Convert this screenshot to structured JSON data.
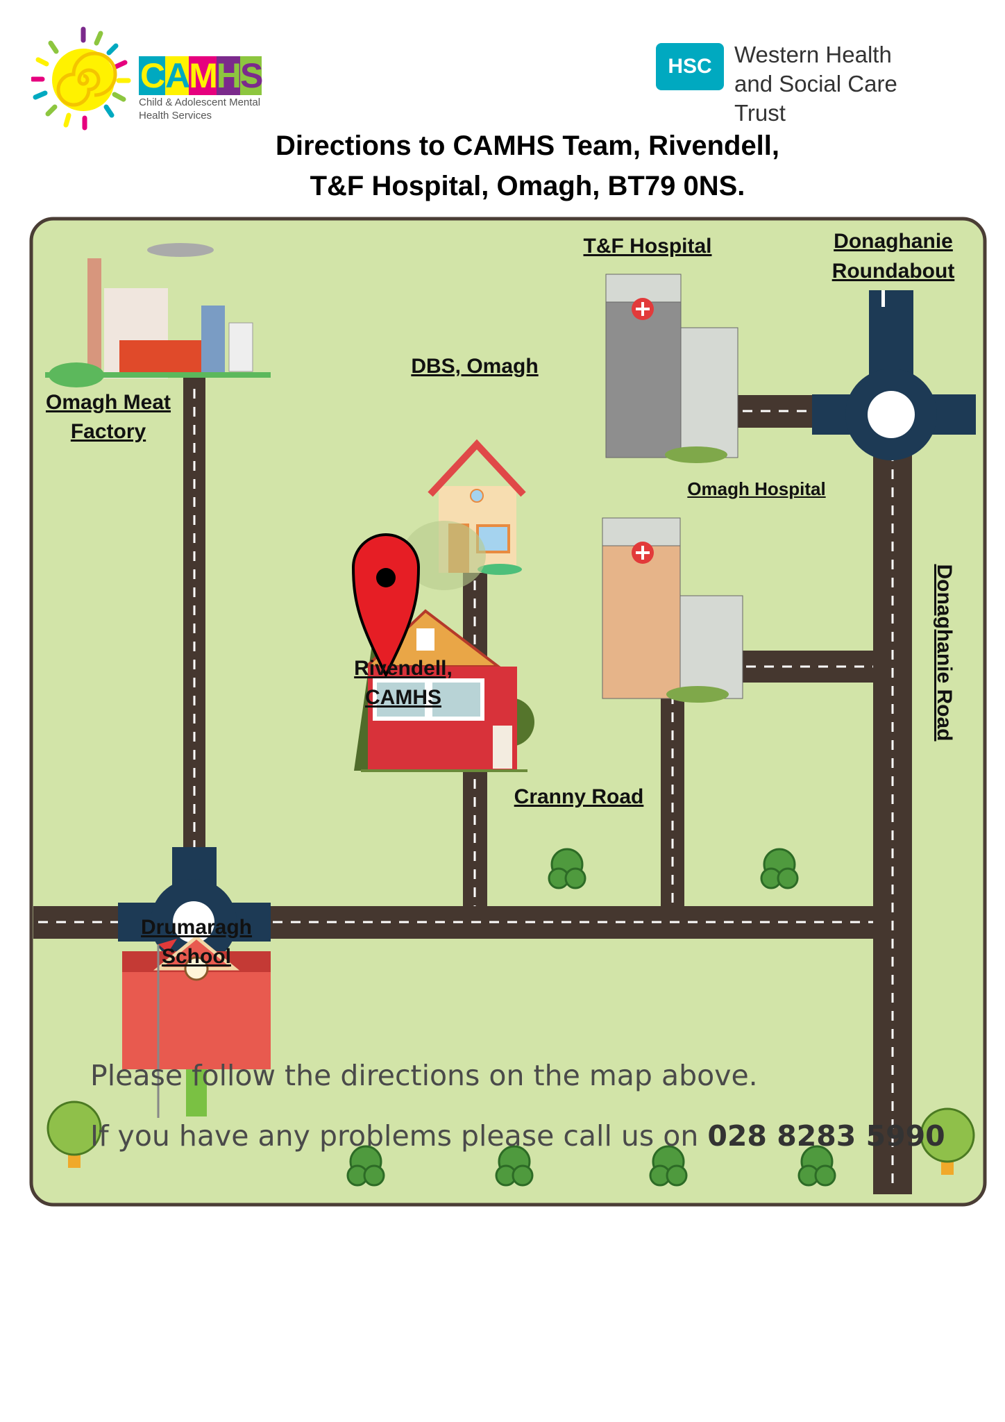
{
  "header": {
    "left_logo": {
      "name": "CAMHS",
      "subtitle_line1": "Child & Adolescent Mental",
      "subtitle_line2": "Health Services"
    },
    "right_logo": {
      "badge": "HSC",
      "line1": "Western Health",
      "line2": "and Social Care Trust",
      "color": "#00a9c0"
    }
  },
  "title": {
    "line1": "Directions to CAMHS Team, Rivendell,",
    "line2": "T&F Hospital, Omagh, BT79 0NS."
  },
  "map": {
    "colors": {
      "background": "#d2e4a8",
      "road": "#45372f",
      "border": "#4a3d35",
      "pin": "#e61e25"
    },
    "labels": {
      "tf_hospital": "T&F Hospital",
      "roundabout_line1": "Donaghanie",
      "roundabout_line2": "Roundabout",
      "dbs": "DBS, Omagh",
      "meat_factory_line1": "Omagh Meat",
      "meat_factory_line2": "Factory",
      "omagh_hospital": "Omagh Hospital",
      "rivendell_line1": "Rivendell,",
      "rivendell_line2": "CAMHS",
      "cranny_road": "Cranny Road",
      "school_line1": "Drumaragh",
      "school_line2": "School",
      "donaghanie_road": "Donaghanie Road"
    },
    "icons": [
      "factory-icon",
      "hospital-icon",
      "house-icon",
      "location-pin-icon",
      "school-icon",
      "tree-icon",
      "bush-icon",
      "roundabout-icon"
    ]
  },
  "footer": {
    "line1": "Please follow the directions on the map above.",
    "line2_prefix": "If you have any problems please call us on ",
    "phone": "028 8283 5990"
  }
}
